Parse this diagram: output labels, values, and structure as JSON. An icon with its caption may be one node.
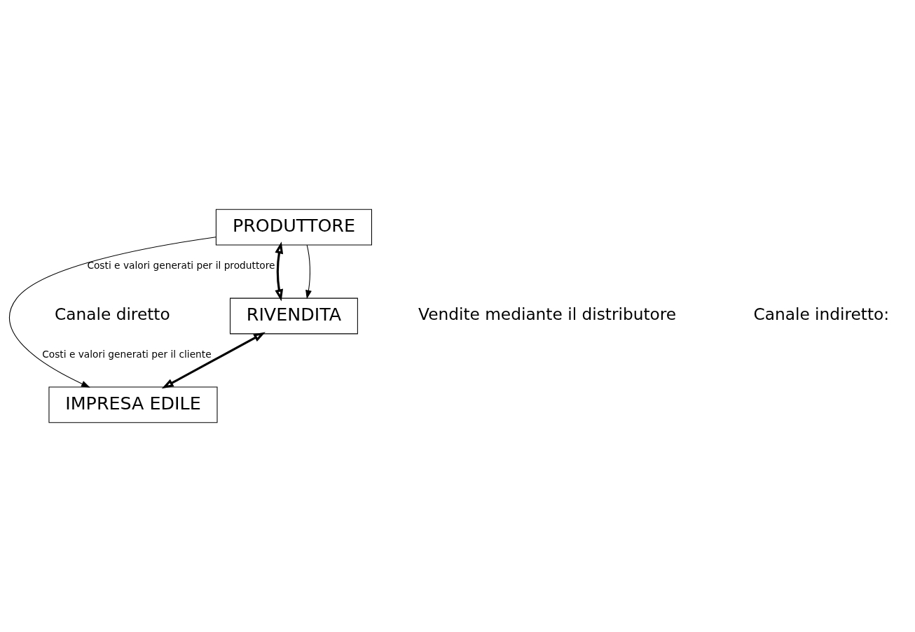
{
  "diagram": {
    "nodes": [
      {
        "text": [
          "PRODUTTORE"
        ]
      },
      {
        "text": [
          "RIVENDITA"
        ]
      },
      {
        "text": [
          "IMPRESA EDILE"
        ]
      }
    ],
    "edges": [
      {
        "from": 0,
        "to": 1,
        "arrow": "both",
        "style": "thick",
        "label": "Costi e valori generati per il produttore"
      },
      {
        "from": 1,
        "to": 2,
        "arrow": "both",
        "style": "thick",
        "label": "Costi e valori generati per il cliente"
      },
      {
        "from": 0,
        "to": 2,
        "arrow": "to"
      },
      {
        "from": 0,
        "to": 1,
        "arrow": "to"
      }
    ],
    "labels": [
      "Canale diretto",
      "Canale indiretto:",
      "Vendite mediante il distributore"
    ]
  }
}
